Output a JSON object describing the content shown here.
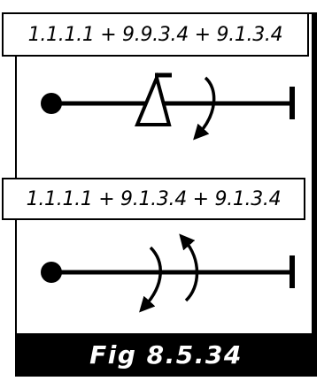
{
  "formulas": {
    "top": "1.1.1.1 + 9.9.3.4 + 9.1.3.4",
    "bottom": "1.1.1.1 + 9.1.3.4 + 9.1.3.4"
  },
  "caption": "Fig 8.5.34",
  "diagrams": {
    "top": {
      "symbols": [
        "start-dot-icon",
        "line-icon",
        "snap-roll-triangle-icon",
        "half-roll-arrow-icon",
        "end-bar-icon"
      ]
    },
    "bottom": {
      "symbols": [
        "start-dot-icon",
        "line-icon",
        "half-roll-arrow-icon",
        "half-roll-arrow-icon",
        "end-bar-icon"
      ]
    }
  },
  "colors": {
    "ink": "#000000",
    "paper": "#ffffff",
    "caption_bg": "#000000",
    "caption_text": "#ffffff"
  }
}
